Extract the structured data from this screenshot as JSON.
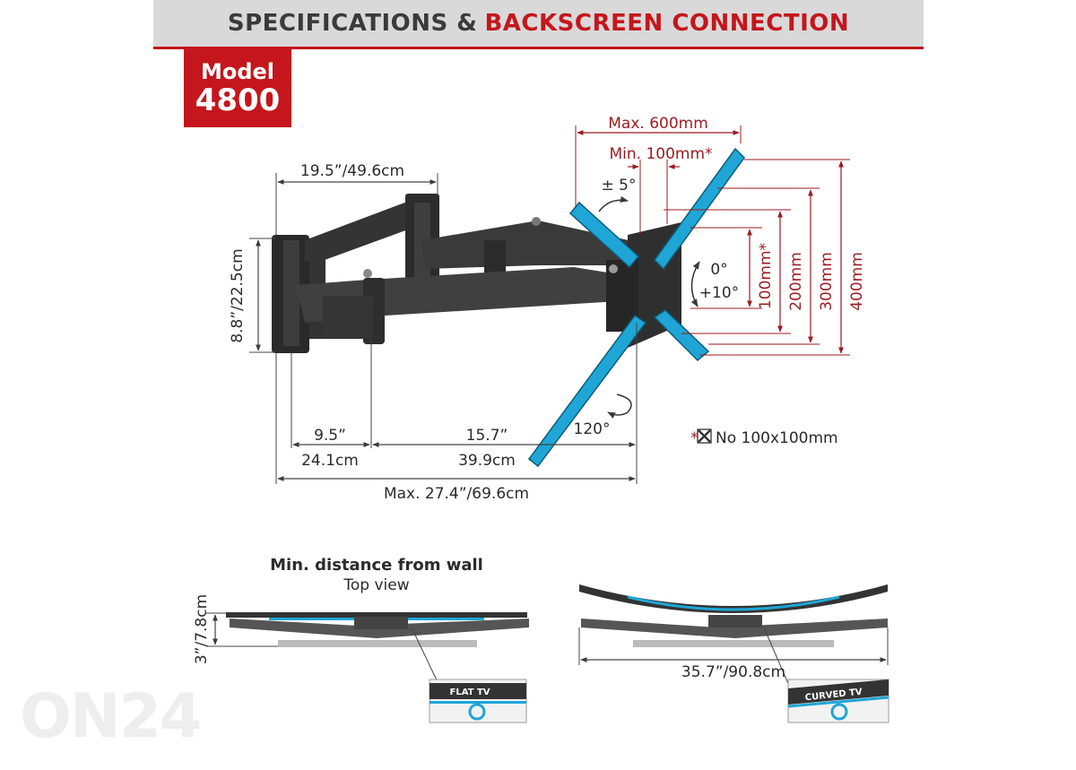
{
  "header": {
    "title_part1": "SPECIFICATIONS &",
    "title_part2": "BACKSCREEN CONNECTION"
  },
  "model": {
    "label": "Model",
    "number": "4800"
  },
  "dimensions": {
    "max_vesa": "Max. 600mm",
    "min_vesa": "Min. 100mm*",
    "tilt_side": "± 5°",
    "arm_length": "19.5”/49.6cm",
    "wall_height": "8.8”/22.5cm",
    "tilt_up": "0°",
    "tilt_down": "+10°",
    "swivel": "120°",
    "vesa_100": "100mm*",
    "vesa_200": "200mm",
    "vesa_300": "300mm",
    "vesa_400": "400mm",
    "seg1_in": "9.5”",
    "seg1_cm": "24.1cm",
    "seg2_in": "15.7”",
    "seg2_cm": "39.9cm",
    "max_extension": "Max. 27.4”/69.6cm",
    "no_vesa_note": "No 100x100mm",
    "no_vesa_asterisk": "*"
  },
  "bottom": {
    "title": "Min. distance from wall",
    "subtitle": "Top view",
    "min_distance": "3”/7.8cm",
    "curved_width": "35.7”/90.8cm",
    "flat_tv_label": "FLAT TV",
    "curved_tv_label": "CURVED TV"
  },
  "watermark": "ON24",
  "colors": {
    "accent_red": "#c4161c",
    "dim_red": "#9b1b1f",
    "blue": "#1fa6d6",
    "arm": "#3a3a3a"
  }
}
